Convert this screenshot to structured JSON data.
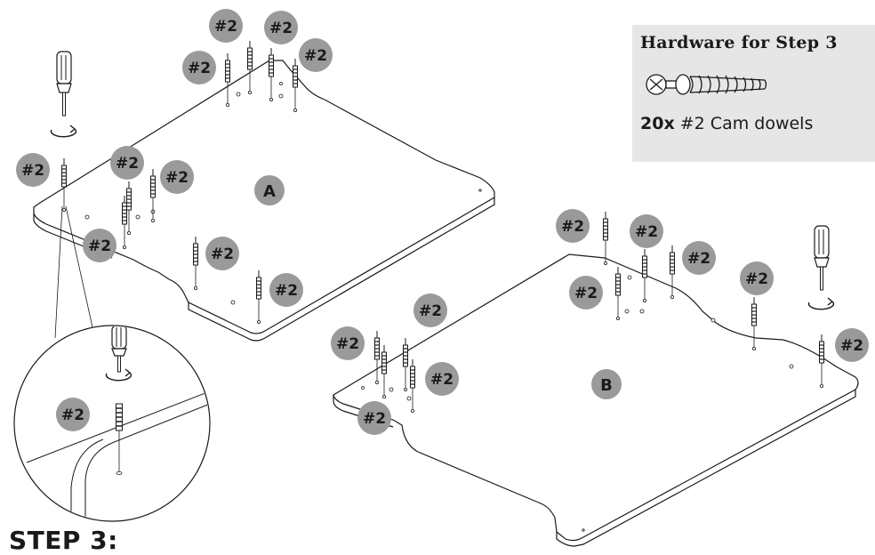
{
  "hardware": {
    "title": "Hardware for Step 3",
    "quantity": "20x",
    "item": "#2 Cam dowels"
  },
  "step": {
    "title": "STEP 3:"
  },
  "badge_label": "#2",
  "parts": {
    "a": "A",
    "b": "B"
  },
  "colors": {
    "badge": "#9a9a9a",
    "panel": "#e6e6e6",
    "line": "#1a1a1a"
  },
  "icons": [
    "cam-dowel-icon",
    "screwdriver-icon",
    "rotate-arrow-icon"
  ]
}
